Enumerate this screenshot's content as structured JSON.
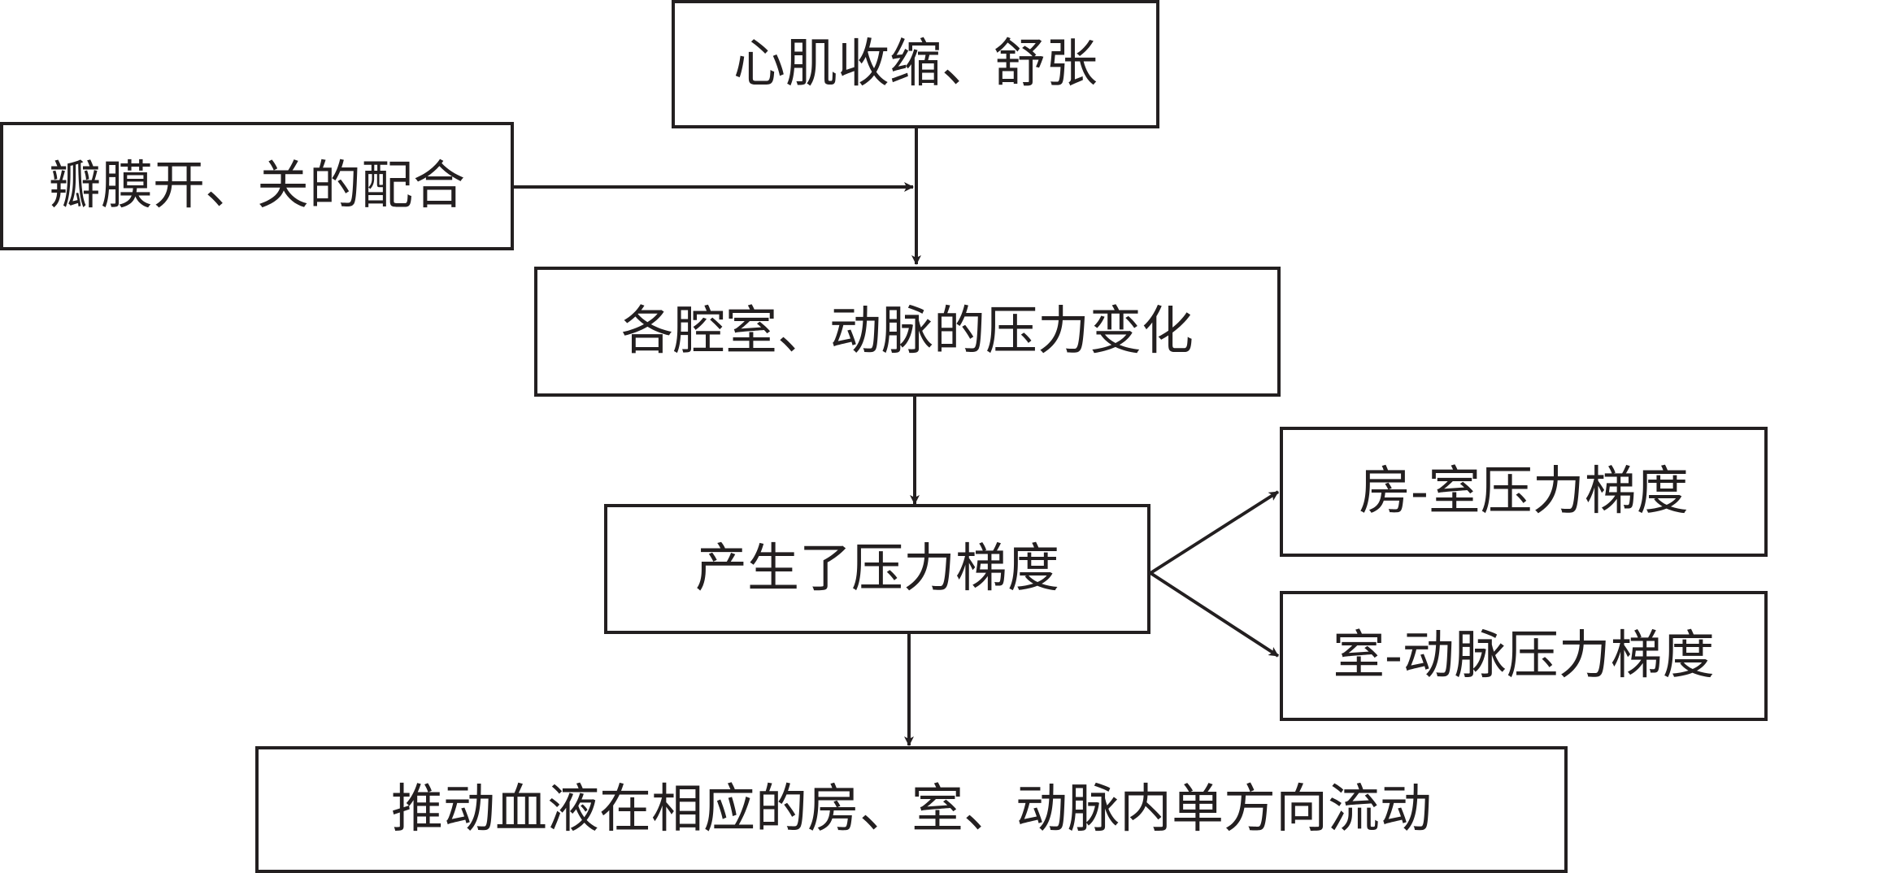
{
  "nodes": {
    "contraction": "心肌收缩、舒张",
    "valves": "瓣膜开、关的配合",
    "pressure_change": "各腔室、动脉的压力变化",
    "gradient": "产生了压力梯度",
    "atrioventricular": "房-室压力梯度",
    "ventriculoarterial": "室-动脉压力梯度",
    "flow": "推动血液在相应的房、室、动脉内单方向流动"
  }
}
